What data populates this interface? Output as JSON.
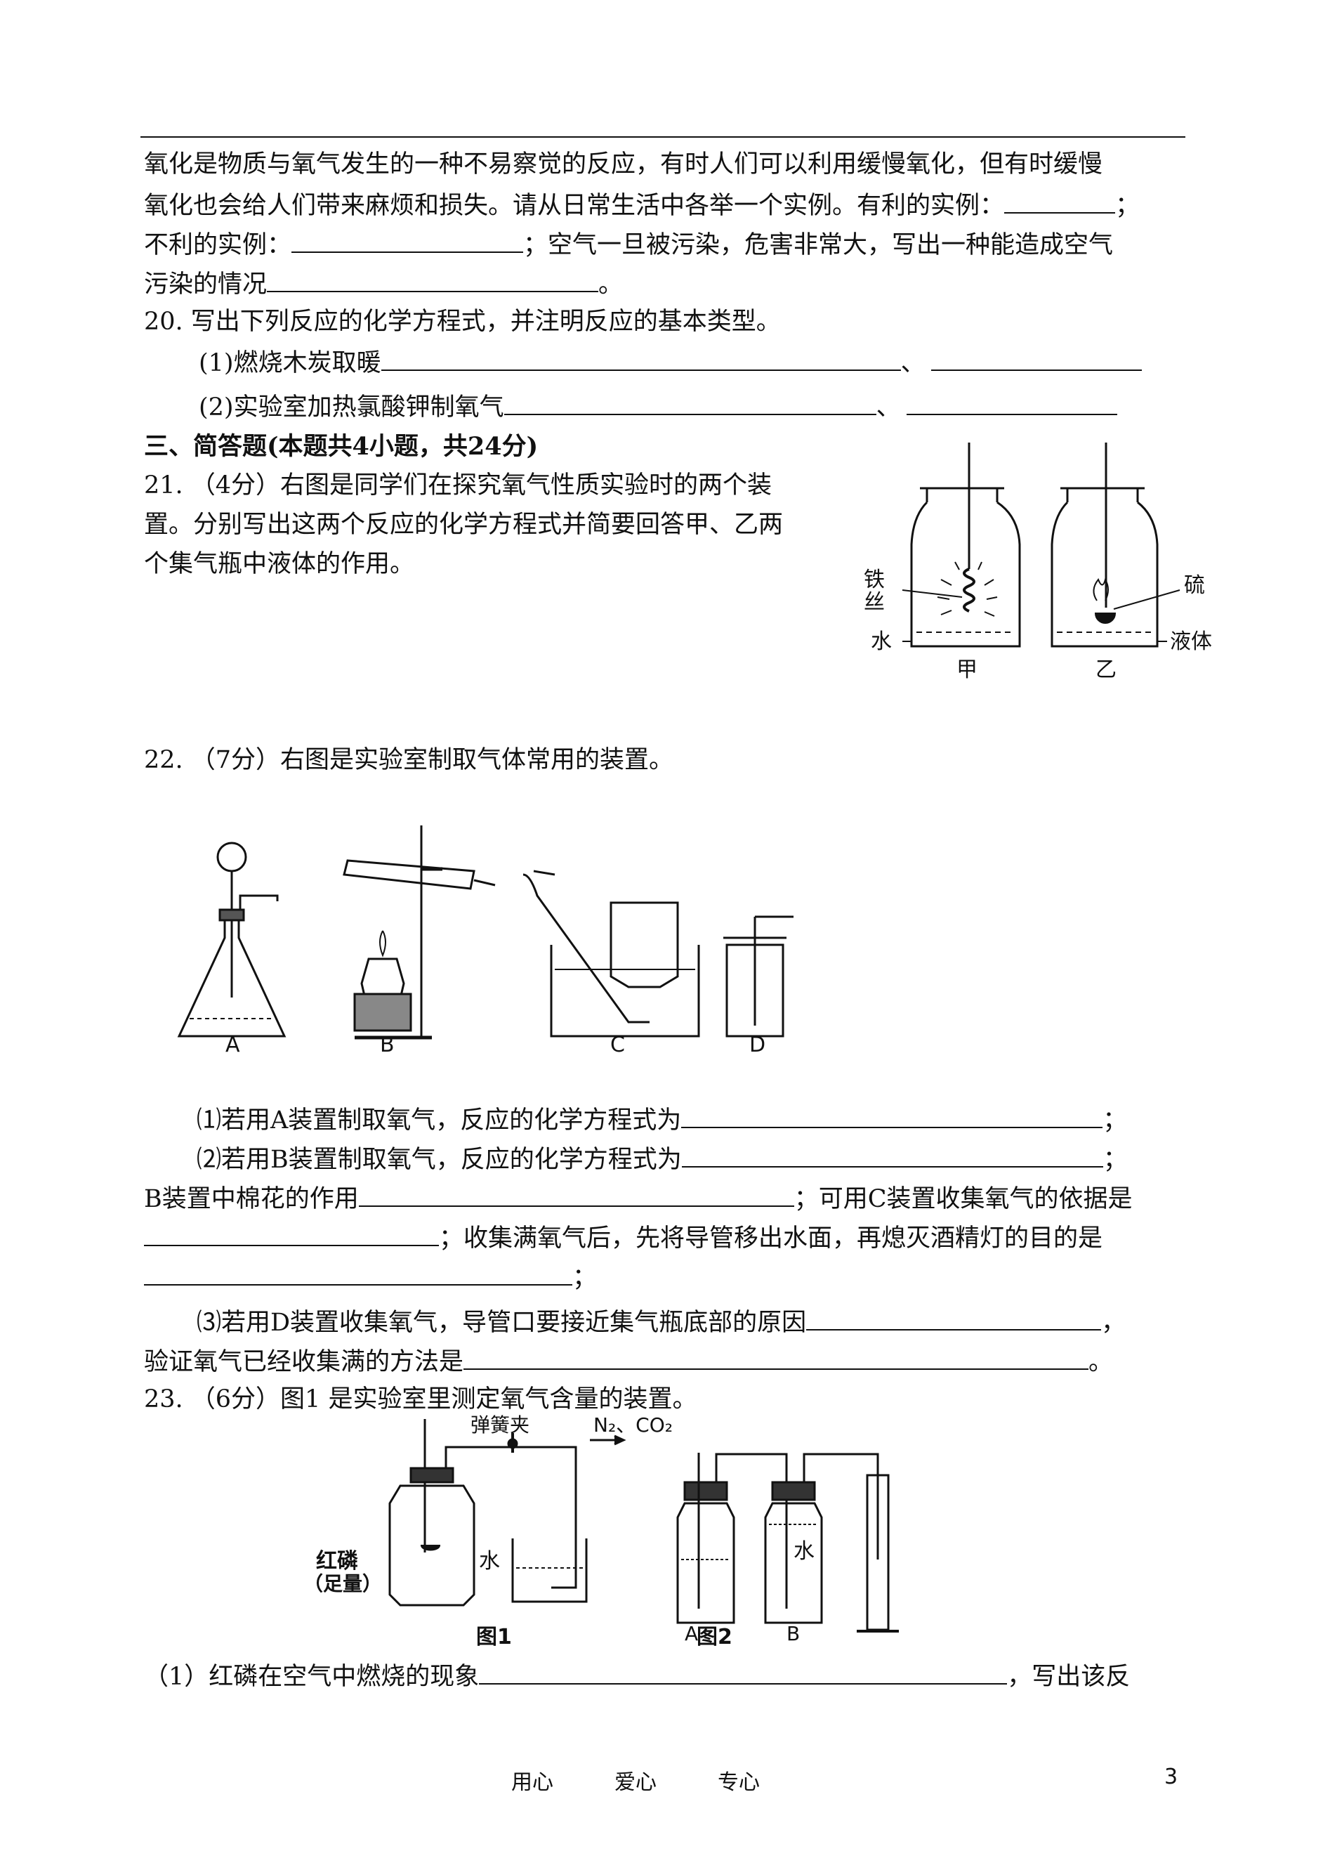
{
  "text": {
    "l1": "氧化是物质与氧气发生的一种不易察觉的反应，有时人们可以利用缓慢氧化，但有时缓慢",
    "l2": "氧化也会给人们带来麻烦和损失。请从日常生活中各举一个实例。有利的实例：",
    "l2_end": "；",
    "l3a": "不利的实例：",
    "l3b": "；空气一旦被污染，危害非常大，写出一种能造成空气",
    "l4a": "污染的情况",
    "l4b": "。",
    "q20": "20. 写出下列反应的化学方程式，并注明反应的基本类型。",
    "q20_1": "(1)燃烧木炭取暖",
    "q20_2": "(2)实验室加热氯酸钾制氧气",
    "sep": "、",
    "sec3": "三、简答题(本题共4小题，共24分)",
    "q21_a": "21. （4分）右图是同学们在探究氧气性质实验时的两个装",
    "q21_b": "置。分别写出这两个反应的化学方程式并简要回答甲、乙两",
    "q21_c": "个集气瓶中液体的作用。",
    "q22": "22. （7分）右图是实验室制取气体常用的装置。",
    "q22_1": "⑴若用A装置制取氧气，反应的化学方程式为",
    "q22_1_end": "；",
    "q22_2": "⑵若用B装置制取氧气，反应的化学方程式为",
    "q22_2_end": "；",
    "q22_3a": "B装置中棉花的作用",
    "q22_3b": "；可用C装置收集氧气的依据是",
    "q22_4": "；收集满氧气后，先将导管移出水面，再熄灭酒精灯的目的是",
    "q22_5_end": "；",
    "q22_6": "⑶若用D装置收集氧气，导管口要接近集气瓶底部的原因",
    "q22_6_end": "，",
    "q22_7a": "验证氧气已经收集满的方法是",
    "q22_7b": "。",
    "q23": "23. （6分）图1 是实验室里测定氧气含量的装置。",
    "q23_1a": "（1）红磷在空气中燃烧的现象",
    "q23_1b": "，写出该反"
  },
  "fig21": {
    "iron_wire_1": "铁",
    "iron_wire_2": "丝",
    "sulfur": "硫",
    "water": "水",
    "liquid": "液体",
    "jia": "甲",
    "yi": "乙"
  },
  "fig22": {
    "A": "A",
    "B": "B",
    "C": "C",
    "D": "D"
  },
  "fig23": {
    "clamp": "弹簧夹",
    "gas": "N₂、CO₂",
    "red_p": "红磷",
    "excess": "（足量）",
    "water1": "水",
    "water2": "水",
    "fig1": "图1",
    "fig2": "图2",
    "A": "A",
    "B": "B"
  },
  "footer": {
    "m1": "用心",
    "m2": "爱心",
    "m3": "专心",
    "page": "3"
  }
}
